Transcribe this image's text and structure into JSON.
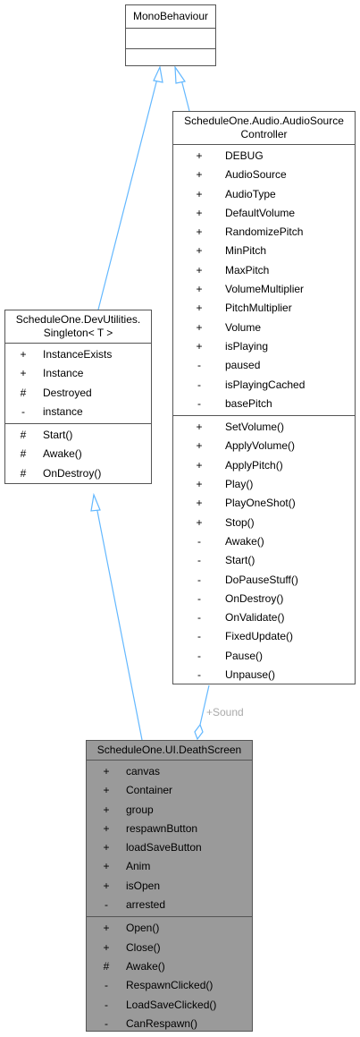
{
  "mono": {
    "title": "MonoBehaviour"
  },
  "audio": {
    "title_line1": "ScheduleOne.Audio.AudioSource",
    "title_line2": "Controller",
    "attributes": [
      {
        "vis": "+",
        "name": "DEBUG"
      },
      {
        "vis": "+",
        "name": "AudioSource"
      },
      {
        "vis": "+",
        "name": "AudioType"
      },
      {
        "vis": "+",
        "name": "DefaultVolume"
      },
      {
        "vis": "+",
        "name": "RandomizePitch"
      },
      {
        "vis": "+",
        "name": "MinPitch"
      },
      {
        "vis": "+",
        "name": "MaxPitch"
      },
      {
        "vis": "+",
        "name": "VolumeMultiplier"
      },
      {
        "vis": "+",
        "name": "PitchMultiplier"
      },
      {
        "vis": "+",
        "name": "Volume"
      },
      {
        "vis": "+",
        "name": "isPlaying"
      },
      {
        "vis": "-",
        "name": "paused"
      },
      {
        "vis": "-",
        "name": "isPlayingCached"
      },
      {
        "vis": "-",
        "name": "basePitch"
      }
    ],
    "methods": [
      {
        "vis": "+",
        "name": "SetVolume()"
      },
      {
        "vis": "+",
        "name": "ApplyVolume()"
      },
      {
        "vis": "+",
        "name": "ApplyPitch()"
      },
      {
        "vis": "+",
        "name": "Play()"
      },
      {
        "vis": "+",
        "name": "PlayOneShot()"
      },
      {
        "vis": "+",
        "name": "Stop()"
      },
      {
        "vis": "-",
        "name": "Awake()"
      },
      {
        "vis": "-",
        "name": "Start()"
      },
      {
        "vis": "-",
        "name": "DoPauseStuff()"
      },
      {
        "vis": "-",
        "name": "OnDestroy()"
      },
      {
        "vis": "-",
        "name": "OnValidate()"
      },
      {
        "vis": "-",
        "name": "FixedUpdate()"
      },
      {
        "vis": "-",
        "name": "Pause()"
      },
      {
        "vis": "-",
        "name": "Unpause()"
      }
    ]
  },
  "singleton": {
    "title_line1": "ScheduleOne.DevUtilities.",
    "title_line2": "Singleton< T >",
    "attributes": [
      {
        "vis": "+",
        "name": "InstanceExists"
      },
      {
        "vis": "+",
        "name": "Instance"
      },
      {
        "vis": "#",
        "name": "Destroyed"
      },
      {
        "vis": "-",
        "name": "instance"
      }
    ],
    "methods": [
      {
        "vis": "#",
        "name": "Start()"
      },
      {
        "vis": "#",
        "name": "Awake()"
      },
      {
        "vis": "#",
        "name": "OnDestroy()"
      }
    ]
  },
  "death": {
    "title": "ScheduleOne.UI.DeathScreen",
    "attributes": [
      {
        "vis": "+",
        "name": "canvas"
      },
      {
        "vis": "+",
        "name": "Container"
      },
      {
        "vis": "+",
        "name": "group"
      },
      {
        "vis": "+",
        "name": "respawnButton"
      },
      {
        "vis": "+",
        "name": "loadSaveButton"
      },
      {
        "vis": "+",
        "name": "Anim"
      },
      {
        "vis": "+",
        "name": "isOpen"
      },
      {
        "vis": "-",
        "name": "arrested"
      }
    ],
    "methods": [
      {
        "vis": "+",
        "name": "Open()"
      },
      {
        "vis": "+",
        "name": "Close()"
      },
      {
        "vis": "#",
        "name": "Awake()"
      },
      {
        "vis": "-",
        "name": "RespawnClicked()"
      },
      {
        "vis": "-",
        "name": "LoadSaveClicked()"
      },
      {
        "vis": "-",
        "name": "CanRespawn()"
      }
    ]
  },
  "edge_label": "+Sound",
  "edge_color": "#63b8ff"
}
